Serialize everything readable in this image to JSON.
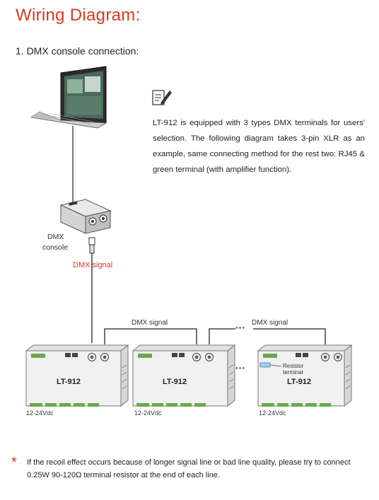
{
  "page": {
    "title": "Wiring Diagram:",
    "section": "1. DMX console connection:"
  },
  "info": {
    "icon": "note-pencil-icon",
    "text": "LT-912 is equipped with 3 types DMX terminals for users' selection. The following diagram takes 3-pin XLR as an example, same connecting method for the rest two: RJ45 & green terminal (with amplifier function)."
  },
  "diagram": {
    "console_label_line1": "DMX",
    "console_label_line2": "console",
    "dmx_signal_main": "DMX signal",
    "dmx_signal_link_1": "DMX signal",
    "dmx_signal_link_2": "DMX signal",
    "ellipsis_top": "···",
    "ellipsis_mid": "···",
    "resistor_label_line1": "Resistor",
    "resistor_label_line2": "terminal",
    "devices": [
      {
        "name": "LT-912",
        "voltage": "12-24Vdc"
      },
      {
        "name": "LT-912",
        "voltage": "12-24Vdc"
      },
      {
        "name": "LT-912",
        "voltage": "12-24Vdc"
      }
    ]
  },
  "colors": {
    "accent": "#d43a22",
    "device_body": "#f1f1f1",
    "terminal_green": "#6aa84f"
  },
  "footnote": {
    "text": "If the recoil effect occurs because of longer signal line or bad line quality, please try to connect 0.25W 90-120Ω terminal resistor at the end of each line."
  }
}
